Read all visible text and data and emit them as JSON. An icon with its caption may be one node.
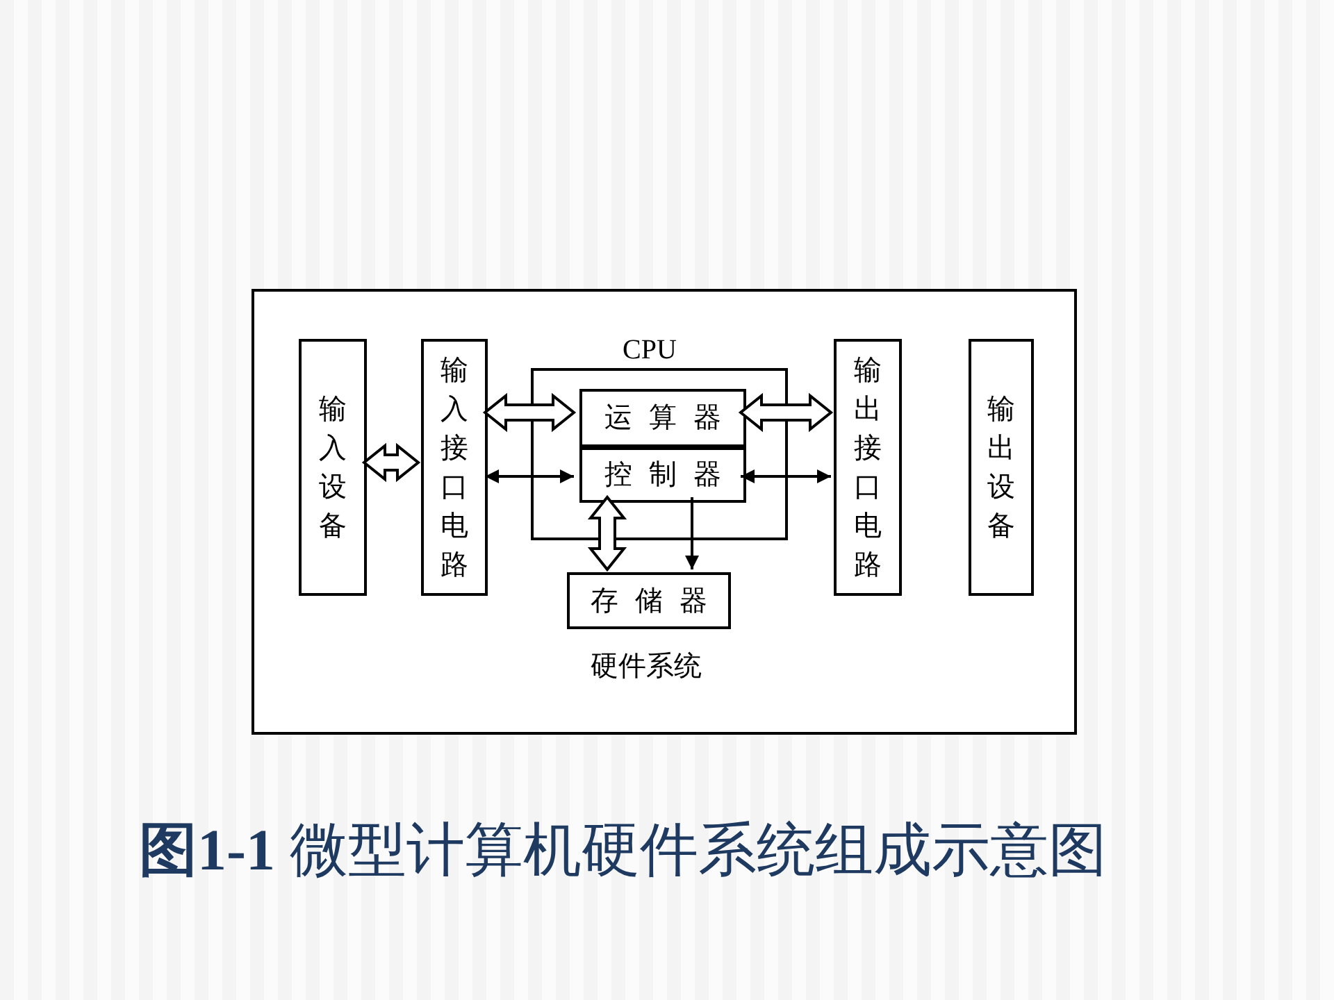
{
  "diagram": {
    "title": "**图1-1** 微型计算机硬件系统组成示意图",
    "nodes": [
      {
        "text": [
          "硬件系统"
        ]
      },
      {
        "text": [
          "输入设备"
        ],
        "in": 0
      },
      {
        "text": [
          "输入接口电路"
        ],
        "in": 0
      },
      {
        "text": [
          "CPU"
        ],
        "in": 0
      },
      {
        "text": [
          "运算器"
        ],
        "in": 3
      },
      {
        "text": [
          "控制器"
        ],
        "in": 3
      },
      {
        "text": [
          "存储器"
        ],
        "in": 0
      },
      {
        "text": [
          "输出接口电路"
        ],
        "in": 0
      },
      {
        "text": [
          "输出设备"
        ],
        "in": 0
      }
    ],
    "edges": [
      {
        "from": 1,
        "to": 2,
        "arrow": "both",
        "style": "thick"
      },
      {
        "from": 2,
        "to": 4,
        "arrow": "both",
        "style": "thick"
      },
      {
        "from": 2,
        "to": 5,
        "arrow": "both"
      },
      {
        "from": 4,
        "to": 7,
        "arrow": "both",
        "style": "thick"
      },
      {
        "from": 5,
        "to": 7,
        "arrow": "both"
      },
      {
        "from": 5,
        "to": 6,
        "arrow": "both",
        "style": "thick"
      },
      {
        "from": 5,
        "to": 6,
        "arrow": "to"
      }
    ]
  }
}
